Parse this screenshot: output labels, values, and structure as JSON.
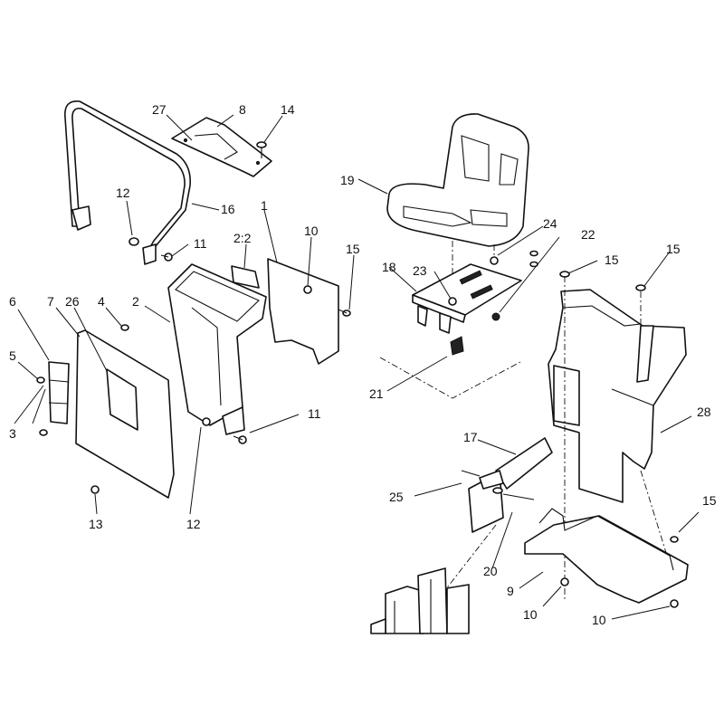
{
  "callouts": [
    {
      "id": "c27",
      "text": "27"
    },
    {
      "id": "c8",
      "text": "8"
    },
    {
      "id": "c14",
      "text": "14"
    },
    {
      "id": "c12a",
      "text": "12"
    },
    {
      "id": "c16",
      "text": "16"
    },
    {
      "id": "c11a",
      "text": "11"
    },
    {
      "id": "c1",
      "text": "1"
    },
    {
      "id": "c22a",
      "text": "2:2"
    },
    {
      "id": "c10a",
      "text": "10"
    },
    {
      "id": "c15a",
      "text": "15"
    },
    {
      "id": "c2",
      "text": "2"
    },
    {
      "id": "c6",
      "text": "6"
    },
    {
      "id": "c7",
      "text": "7"
    },
    {
      "id": "c26",
      "text": "26"
    },
    {
      "id": "c4",
      "text": "4"
    },
    {
      "id": "c5",
      "text": "5"
    },
    {
      "id": "c3",
      "text": "3"
    },
    {
      "id": "c11b",
      "text": "11"
    },
    {
      "id": "c12b",
      "text": "12"
    },
    {
      "id": "c13",
      "text": "13"
    },
    {
      "id": "c19",
      "text": "19"
    },
    {
      "id": "c24",
      "text": "24"
    },
    {
      "id": "c22",
      "text": "22"
    },
    {
      "id": "c15b",
      "text": "15"
    },
    {
      "id": "c15c",
      "text": "15"
    },
    {
      "id": "c18",
      "text": "18"
    },
    {
      "id": "c23",
      "text": "23"
    },
    {
      "id": "c21",
      "text": "21"
    },
    {
      "id": "c28",
      "text": "28"
    },
    {
      "id": "c17",
      "text": "17"
    },
    {
      "id": "c25",
      "text": "25"
    },
    {
      "id": "c15d",
      "text": "15"
    },
    {
      "id": "c20",
      "text": "20"
    },
    {
      "id": "c9",
      "text": "9"
    },
    {
      "id": "c10b",
      "text": "10"
    },
    {
      "id": "c10c",
      "text": "10"
    }
  ]
}
